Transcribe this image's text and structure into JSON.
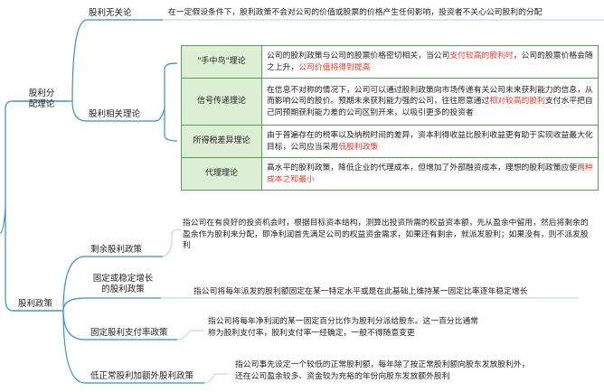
{
  "mindmap": {
    "policy": {
      "label": "股利政策",
      "branches": [
        {
          "label": "剩余股利政策",
          "desc": "指公司在有良好的投资机会时，根据目标资本结构，测算出投资所需的权益资本额，先从盈余中留用，然后将剩余的盈余作为股利来分配，即净利润首先满足公司的权益资金需求，如果还有剩余，就派发股利；如果没有，则不派发股利"
        },
        {
          "label_line1": "固定或稳定增长",
          "label_line2": "的股利政策",
          "desc": "指公司将每年派发的股利额固定在某一特定水平或是在此基础上维持某一固定比率逐年稳定增长"
        },
        {
          "label": "固定股利支付率政策",
          "desc_line1": "指公司将每年净利润的某一固定百分比作为股利分派给股东。这一百分比通常",
          "desc_line2": "称为股利支付率，股利支付率一经确定，一般不得随意变更"
        },
        {
          "label": "低正常股利加额外股利政策",
          "desc_line1": "指公司事先设定一个较低的正常股利额，每年除了按正常股利额向股东发放股利外，",
          "desc_line2": "还在公司盈余较多、资金较为充裕的年份向股东发放额外股利"
        }
      ]
    },
    "distribution": {
      "label_line1": "股利分",
      "label_line2": "配理论",
      "irrelevance": {
        "label": "股利无关论",
        "desc": "在一定假设条件下，股利政策不会对公司的价值或股票的价格产生任何影响，投资者不关心公司股利的分配"
      },
      "relevance": {
        "label": "股利相关理论",
        "theories": [
          {
            "name": "\"手中鸟\"理论",
            "text_a": "公司的股利政策与公司的股票价格密切相关，当公司",
            "hl_a": "支付较高的股利时",
            "text_b": "，公司的股票价格会随之上升，",
            "hl_b": "公司价值将得到提高",
            "text_c": ""
          },
          {
            "name": "信号传递理论",
            "text_a": "在信息不对称的情况下，公司可以通过股利政策向市场传递有关公司未来获利能力的信息，从而影响公司的股价。预期未来获利能力强的公司，往往愿意通过",
            "hl_a": "相对较高的股利",
            "text_b": "支付水平把自己同预期获利能力差的公司区别开来，以吸引更多的投资者",
            "hl_b": "",
            "text_c": ""
          },
          {
            "name": "所得税差异理论",
            "text_a": "由于普遍存在的税率以及纳税时间的差异，资本利得收益比股利收益更有助于实现收益最大化目标，公司应当采用",
            "hl_a": "低股利政策",
            "text_b": "",
            "hl_b": "",
            "text_c": ""
          },
          {
            "name": "代理理论",
            "text_a": "高水平的股利政策，降低企业的代理成本，但增加了外部融资成本，理想的股利政策应使",
            "hl_a": "两种成本之和最小",
            "text_b": "",
            "hl_b": "",
            "text_c": ""
          }
        ]
      }
    }
  }
}
